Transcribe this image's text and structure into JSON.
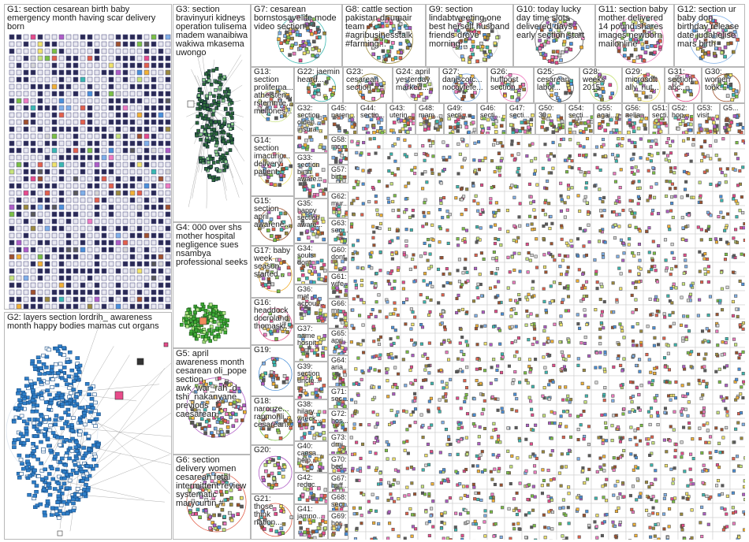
{
  "groups": [
    {
      "id": "G1",
      "label": "G1: section cesarean birth baby emergency month having scar delivery born"
    },
    {
      "id": "G2",
      "label": "G2: layers section lordrih_ awareness month happy bodies mamas cut organs"
    },
    {
      "id": "G3",
      "label": "G3: section bravinyuri kidneys operation tulisema madem wanaibiwa wakiwa mkasema uwongo"
    },
    {
      "id": "G4",
      "label": "G4: 000 over shs mother hospital negligence sues nsambya professional seeks"
    },
    {
      "id": "G5",
      "label": "G5: april awareness month cesarean oli_pope section awk_war_rah_d tshi_nakanyane previous caesarean"
    },
    {
      "id": "G6",
      "label": "G6: section delivery women cesarean fetal intermittent review systematic marycurtin #"
    },
    {
      "id": "G7",
      "label": "G7: cesarean bornstosavelife mode video section"
    },
    {
      "id": "G8",
      "label": "G8: cattle section pakistan dr umair team #agribusinesstalk #farming..."
    },
    {
      "id": "G9",
      "label": "G9: section lindabtweeting one best herself husband friends drove morning..."
    },
    {
      "id": "G10",
      "label": "G10: today lucky day time slots delivered days early section start"
    },
    {
      "id": "G11",
      "label": "G11: section baby mother delivered 14 pound shares images newborn mailonline"
    },
    {
      "id": "G12",
      "label": "G12: section ur baby don birthday release date judahelise mars birth"
    },
    {
      "id": "G13",
      "label": "G13: section proliferna... atheisten... rstemmle... meljones..."
    },
    {
      "id": "G14",
      "label": "G14: section imacurio... delivery patient..."
    },
    {
      "id": "G15",
      "label": "G15: section april awarene..."
    },
    {
      "id": "G16",
      "label": "G16: headdock docroland thomaskl..."
    },
    {
      "id": "G17",
      "label": "G17: baby week season started..."
    },
    {
      "id": "G18",
      "label": "G18: narouze... rapmonli... cesarean..."
    },
    {
      "id": "G19",
      "label": "G19:"
    },
    {
      "id": "G20",
      "label": "G20:"
    },
    {
      "id": "G21",
      "label": "G21: those think nation..."
    },
    {
      "id": "G22",
      "label": "G22: jaemin heard..."
    },
    {
      "id": "G23",
      "label": "G23: cesarean section"
    },
    {
      "id": "G24",
      "label": "G24: april yesterday marked..."
    },
    {
      "id": "G25",
      "label": "G25: cesarean labor..."
    },
    {
      "id": "G26",
      "label": "G26: huffpost section..."
    },
    {
      "id": "G27",
      "label": "G27: daniscotc... nocovfefe..."
    },
    {
      "id": "G28",
      "label": "G28: weeks 2015"
    },
    {
      "id": "G29",
      "label": "G29: microsoft ally_nut..."
    },
    {
      "id": "G30",
      "label": "G30: women took..."
    },
    {
      "id": "G31",
      "label": "G31: section abc..."
    },
    {
      "id": "G32",
      "label": "G32: section olden... insura..."
    },
    {
      "id": "G33",
      "label": "G33: section birth aware..."
    },
    {
      "id": "G34",
      "label": "G34: souls dont..."
    },
    {
      "id": "G35",
      "label": "G35: happy section aware..."
    },
    {
      "id": "G36",
      "label": "G36: mat accou..."
    },
    {
      "id": "G37",
      "label": "G37: name hospit..."
    },
    {
      "id": "G38",
      "label": "G38: hilary... wreck..."
    },
    {
      "id": "G39",
      "label": "G39: section uncle..."
    },
    {
      "id": "G40",
      "label": "G40: caesa... help..."
    },
    {
      "id": "G41",
      "label": "G41: jamno..."
    },
    {
      "id": "G42",
      "label": "G42: reduc..."
    },
    {
      "id": "G43",
      "label": "G43: uterin..."
    },
    {
      "id": "G44",
      "label": "G44: sectio..."
    },
    {
      "id": "G45",
      "label": "G45: naren..."
    },
    {
      "id": "G46",
      "label": "G46: secti..."
    },
    {
      "id": "G47",
      "label": "G47: secti..."
    },
    {
      "id": "G48",
      "label": "G48: mam..."
    },
    {
      "id": "G49",
      "label": "G49: secti..."
    },
    {
      "id": "G50",
      "label": "G50: 30..."
    },
    {
      "id": "G51",
      "label": "G51: secti..."
    },
    {
      "id": "G52",
      "label": "G52: hop..."
    },
    {
      "id": "G53",
      "label": "G53: visit..."
    },
    {
      "id": "G54",
      "label": "G54: secti..."
    },
    {
      "id": "G55",
      "label": "G55: agai..."
    },
    {
      "id": "G56",
      "label": "G56: aella..."
    },
    {
      "id": "G57",
      "label": "G57: birt..."
    },
    {
      "id": "G58",
      "label": "G58: mo..."
    },
    {
      "id": "G59",
      "label": "G5..."
    },
    {
      "id": "G60",
      "label": "G60: dont..."
    },
    {
      "id": "G61",
      "label": "G61: wife..."
    },
    {
      "id": "G62",
      "label": "G62: mur..."
    },
    {
      "id": "G63",
      "label": "G63: sec..."
    },
    {
      "id": "G64",
      "label": "G64: aria..."
    },
    {
      "id": "G65",
      "label": "G65: apri..."
    },
    {
      "id": "G66",
      "label": "G66: mr..."
    },
    {
      "id": "G67",
      "label": "G67: huff..."
    },
    {
      "id": "G68",
      "label": "G68: sec..."
    },
    {
      "id": "G69",
      "label": "G69: hor..."
    },
    {
      "id": "G70",
      "label": "G70: bed..."
    },
    {
      "id": "G71",
      "label": "G71: sec..."
    },
    {
      "id": "G72",
      "label": "G72: hos..."
    },
    {
      "id": "G73",
      "label": "G73: drni..."
    }
  ],
  "colors": {
    "border": "#b8b8b8",
    "g1_node": "#5b5b8c",
    "g2_node": "#2f7fc9",
    "g3_node": "#2e6b3a",
    "g4_node": "#3caa35",
    "edge": "#9a9a9a",
    "accent_red": "#cc2222"
  }
}
